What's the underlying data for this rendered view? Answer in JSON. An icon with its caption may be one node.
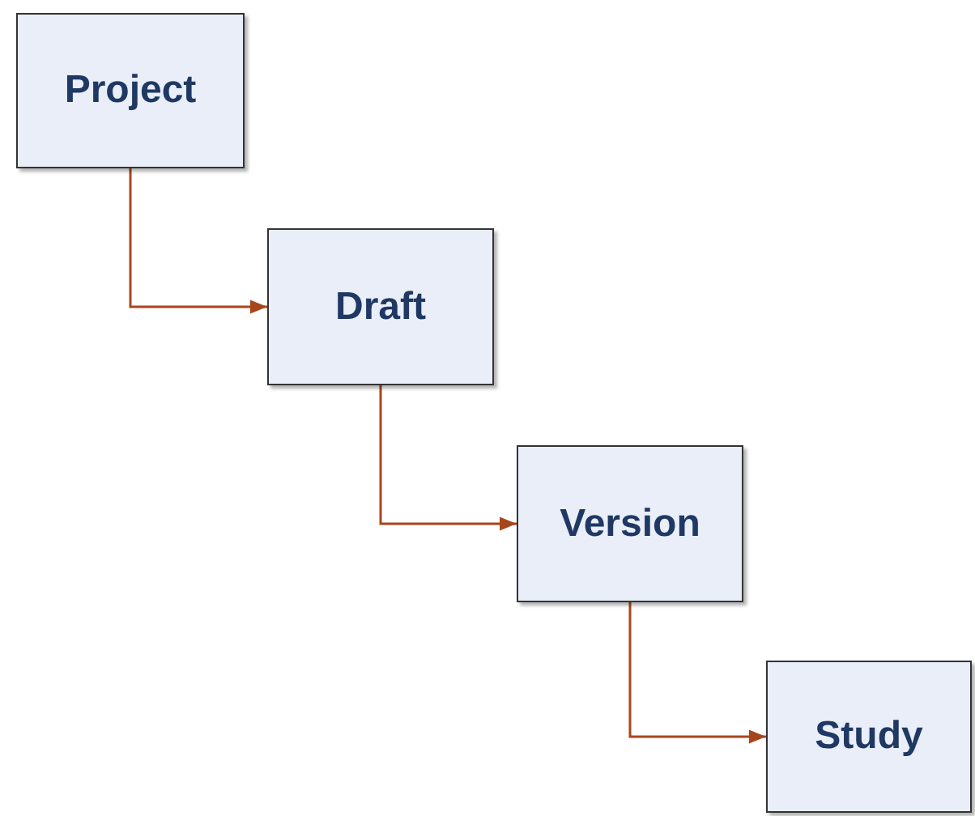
{
  "diagram": {
    "nodes": [
      {
        "text": [
          "Project"
        ]
      },
      {
        "text": [
          "Draft"
        ]
      },
      {
        "text": [
          "Version"
        ]
      },
      {
        "text": [
          "Study"
        ]
      }
    ],
    "edges": [
      {
        "from": 0,
        "to": 1,
        "arrow": "to"
      },
      {
        "from": 1,
        "to": 2,
        "arrow": "to"
      },
      {
        "from": 2,
        "to": 3,
        "arrow": "to"
      }
    ]
  }
}
